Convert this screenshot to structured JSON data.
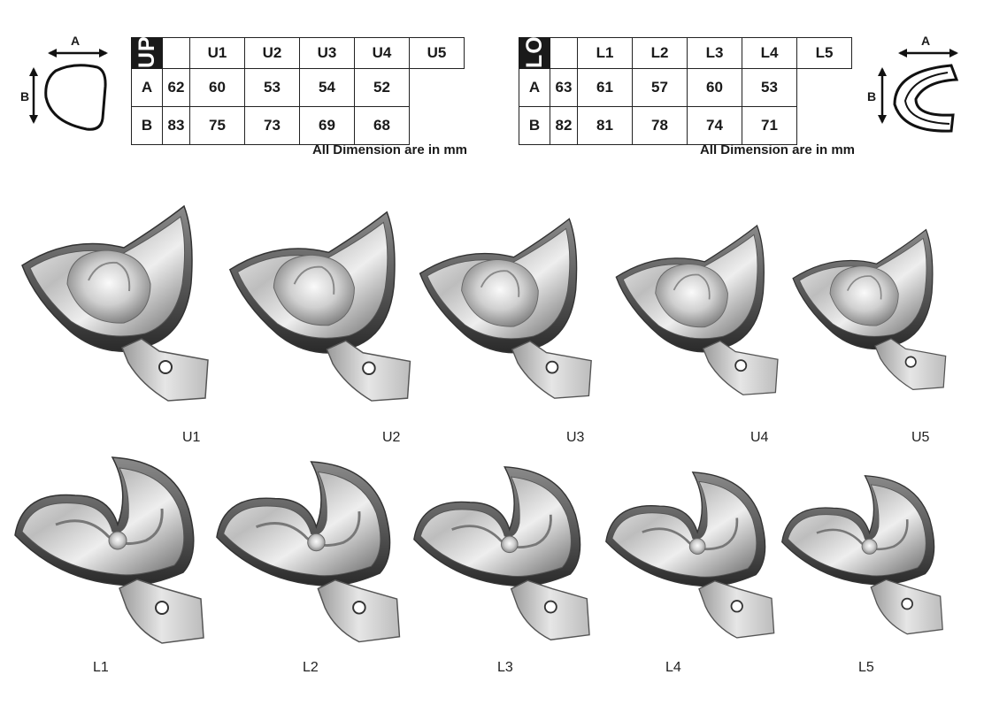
{
  "upper": {
    "label": "UPPER",
    "columns": [
      "U1",
      "U2",
      "U3",
      "U4",
      "U5"
    ],
    "rows": [
      {
        "label": "A",
        "values": [
          "62",
          "60",
          "53",
          "54",
          "52"
        ]
      },
      {
        "label": "B",
        "values": [
          "83",
          "75",
          "73",
          "69",
          "68"
        ]
      }
    ],
    "note": "All Dimension are in mm",
    "diagram": {
      "a_label": "A",
      "b_label": "B",
      "icon": "upper-tray-outline-icon"
    }
  },
  "lower": {
    "label": "LOWER",
    "columns": [
      "L1",
      "L2",
      "L3",
      "L4",
      "L5"
    ],
    "rows": [
      {
        "label": "A",
        "values": [
          "63",
          "61",
          "57",
          "60",
          "53"
        ]
      },
      {
        "label": "B",
        "values": [
          "82",
          "81",
          "78",
          "74",
          "71"
        ]
      }
    ],
    "note": "All Dimension are in mm",
    "diagram": {
      "a_label": "A",
      "b_label": "B",
      "icon": "lower-tray-outline-icon"
    }
  },
  "trays": {
    "upper": [
      "U1",
      "U2",
      "U3",
      "U4",
      "U5"
    ],
    "lower": [
      "L1",
      "L2",
      "L3",
      "L4",
      "L5"
    ]
  },
  "colors": {
    "ink": "#1a1a1a",
    "steel_light": "#f2f2f2",
    "steel_dark": "#3a3a3a"
  }
}
